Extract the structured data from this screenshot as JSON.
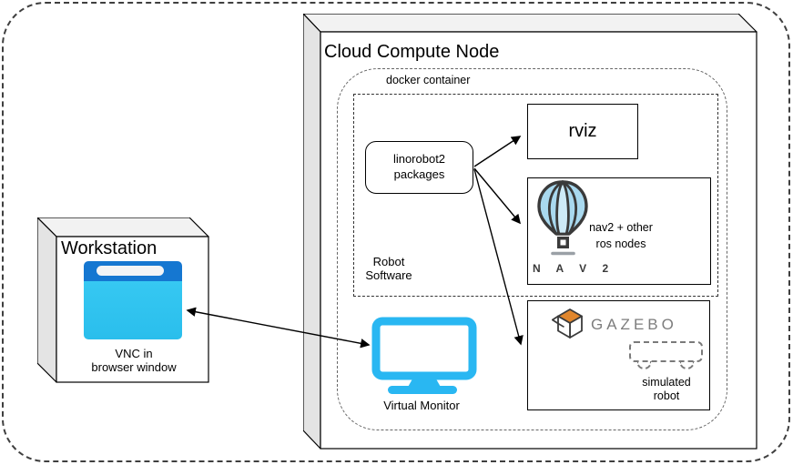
{
  "workstation": {
    "title": "Workstation",
    "vnc_label": [
      "VNC in",
      "browser window"
    ]
  },
  "cloud": {
    "title": "Cloud Compute Node",
    "docker_label": "docker container",
    "robot_software_label": [
      "Robot",
      "Software"
    ],
    "linorobot_label": [
      "linorobot2",
      "packages"
    ],
    "rviz_label": "rviz",
    "nav2_logo_text": "N A V 2",
    "nav2_desc": [
      "nav2 + other",
      "ros nodes"
    ],
    "gazebo_logo_text": "GAZEBO",
    "simulated_robot_label": [
      "simulated",
      "robot"
    ],
    "virtual_monitor_label": "Virtual Monitor"
  },
  "colors": {
    "monitor_cyan": "#29b7f2",
    "browser_bar_blue": "#1577d1",
    "browser_body_cyan": "#30c3ee",
    "gazebo_orange": "#e0862d",
    "balloon_blue": "#a9d9ef",
    "cube_top_gray": "#f2f2f2",
    "cube_side_gray": "#e4e4e4"
  }
}
